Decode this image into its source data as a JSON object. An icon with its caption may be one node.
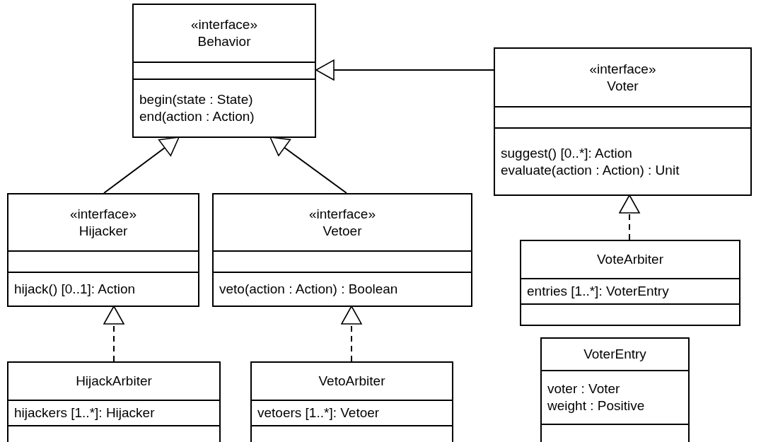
{
  "diagram": {
    "nodes": [
      {
        "text": [
          "«interface»",
          "Behavior",
          "begin(state : State)",
          "end(action : Action)"
        ]
      },
      {
        "text": [
          "«interface»",
          "Voter",
          "suggest() [0..*]: Action",
          "evaluate(action : Action) : Unit"
        ]
      },
      {
        "text": [
          "«interface»",
          "Hijacker",
          "hijack() [0..1]: Action"
        ]
      },
      {
        "text": [
          "«interface»",
          "Vetoer",
          "veto(action : Action) : Boolean"
        ]
      },
      {
        "text": [
          "VoteArbiter",
          "entries [1..*]: VoterEntry"
        ]
      },
      {
        "text": [
          "HijackArbiter",
          "hijackers [1..*]: Hijacker"
        ]
      },
      {
        "text": [
          "VetoArbiter",
          "vetoers [1..*]: Vetoer"
        ]
      },
      {
        "text": [
          "VoterEntry",
          "voter : Voter",
          "weight : Positive"
        ]
      }
    ],
    "edges": [
      {
        "from": 1,
        "to": 0,
        "arrow": "to"
      },
      {
        "from": 2,
        "to": 0,
        "arrow": "to"
      },
      {
        "from": 3,
        "to": 0,
        "arrow": "to"
      },
      {
        "from": 4,
        "to": 1,
        "arrow": "to",
        "style": "dashed"
      },
      {
        "from": 5,
        "to": 2,
        "arrow": "to",
        "style": "dashed"
      },
      {
        "from": 6,
        "to": 3,
        "arrow": "to",
        "style": "dashed"
      }
    ]
  }
}
